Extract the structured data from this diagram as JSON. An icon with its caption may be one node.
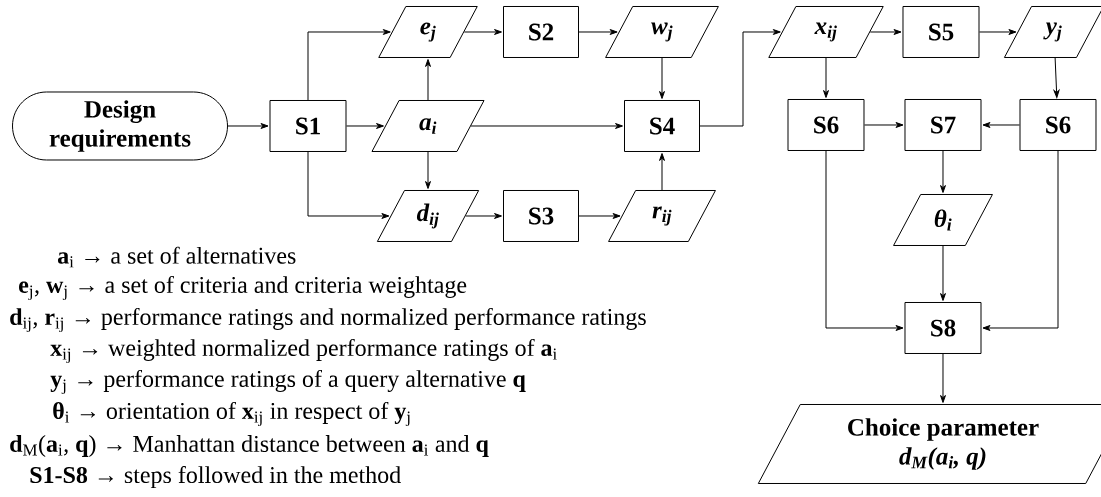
{
  "diagram": {
    "nodes": [
      {
        "text": [
          "Design requirements"
        ]
      },
      {
        "text": [
          "S1"
        ]
      },
      {
        "text": [
          "e$_{j}$"
        ]
      },
      {
        "text": [
          "S2"
        ]
      },
      {
        "text": [
          "w$_{j}$"
        ]
      },
      {
        "text": [
          "a$_{i}$"
        ]
      },
      {
        "text": [
          "S4"
        ]
      },
      {
        "text": [
          "d$_{ij}$"
        ]
      },
      {
        "text": [
          "S3"
        ]
      },
      {
        "text": [
          "r$_{ij}$"
        ]
      },
      {
        "text": [
          "x$_{ij}$"
        ]
      },
      {
        "text": [
          "S5"
        ]
      },
      {
        "text": [
          "y$_{j}$"
        ]
      },
      {
        "text": [
          "S6"
        ]
      },
      {
        "text": [
          "S7"
        ]
      },
      {
        "text": [
          "S6"
        ]
      },
      {
        "text": [
          "θ$_{i}$"
        ]
      },
      {
        "text": [
          "S8"
        ]
      },
      {
        "text": [
          "Choice parameter",
          "d$_{M}$(a$_{i}$, q)"
        ]
      }
    ],
    "edges": [
      {
        "from": 0,
        "to": 1,
        "arrow": "to"
      },
      {
        "from": 1,
        "to": 2,
        "arrow": "to"
      },
      {
        "from": 1,
        "to": 5,
        "arrow": "to"
      },
      {
        "from": 1,
        "to": 7,
        "arrow": "to"
      },
      {
        "from": 5,
        "to": 2,
        "arrow": "to"
      },
      {
        "from": 5,
        "to": 7,
        "arrow": "to"
      },
      {
        "from": 2,
        "to": 3,
        "arrow": "to"
      },
      {
        "from": 3,
        "to": 4,
        "arrow": "to"
      },
      {
        "from": 4,
        "to": 6,
        "arrow": "to"
      },
      {
        "from": 5,
        "to": 6,
        "arrow": "to"
      },
      {
        "from": 7,
        "to": 8,
        "arrow": "to"
      },
      {
        "from": 8,
        "to": 9,
        "arrow": "to"
      },
      {
        "from": 9,
        "to": 6,
        "arrow": "to"
      },
      {
        "from": 6,
        "to": 10,
        "arrow": "to"
      },
      {
        "from": 10,
        "to": 11,
        "arrow": "to"
      },
      {
        "from": 11,
        "to": 12,
        "arrow": "to"
      },
      {
        "from": 10,
        "to": 13,
        "arrow": "to"
      },
      {
        "from": 12,
        "to": 15,
        "arrow": "to"
      },
      {
        "from": 13,
        "to": 14,
        "arrow": "to"
      },
      {
        "from": 15,
        "to": 14,
        "arrow": "to"
      },
      {
        "from": 14,
        "to": 16,
        "arrow": "to"
      },
      {
        "from": 16,
        "to": 17,
        "arrow": "to"
      },
      {
        "from": 13,
        "to": 17,
        "arrow": "to"
      },
      {
        "from": 15,
        "to": 17,
        "arrow": "to"
      },
      {
        "from": 17,
        "to": 18,
        "arrow": "to"
      }
    ],
    "labels": [
      "**a**$_{i}$ → a set of alternatives",
      "**e**$_{j}$, **w**$_{j}$ → a set of criteria and criteria weightage",
      "**d**$_{ij}$, **r**$_{ij}$ → performance ratings and normalized performance ratings",
      "**x**$_{ij}$ → weighted normalized performance ratings of **a**$_{i}$",
      "**y**$_{j}$ → performance ratings of a query alternative **q**",
      "**θ**$_{i}$ → orientation of **x**$_{ij}$ in respect of **y**$_{j}$",
      "**d**$_{M}$(**a**$_{i}$, **q**) → Manhattan distance between **a**$_{i}$ and **q**",
      "**S1-S8** → steps followed in the method"
    ]
  }
}
